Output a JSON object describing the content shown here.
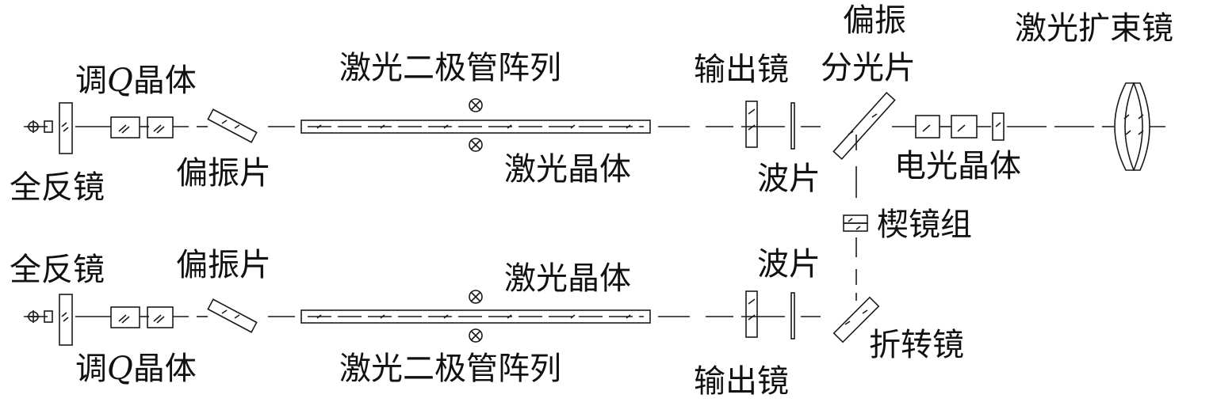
{
  "colors": {
    "line": "#1a1a1a",
    "background": "#ffffff"
  },
  "labels": {
    "q_crystal_prefix": "调",
    "q_crystal_q": "Q",
    "q_crystal_suffix": "晶体",
    "diode_array": "激光二极管阵列",
    "output_mirror": "输出镜",
    "polarizing_splitter_line1": "偏振",
    "polarizing_splitter_line2": "分光片",
    "beam_expander": "激光扩束镜",
    "full_mirror": "全反镜",
    "polarizer": "偏振片",
    "laser_crystal": "激光晶体",
    "wave_plate": "波片",
    "eo_crystal": "电光晶体",
    "wedge_group": "楔镜组",
    "fold_mirror": "折转镜"
  }
}
